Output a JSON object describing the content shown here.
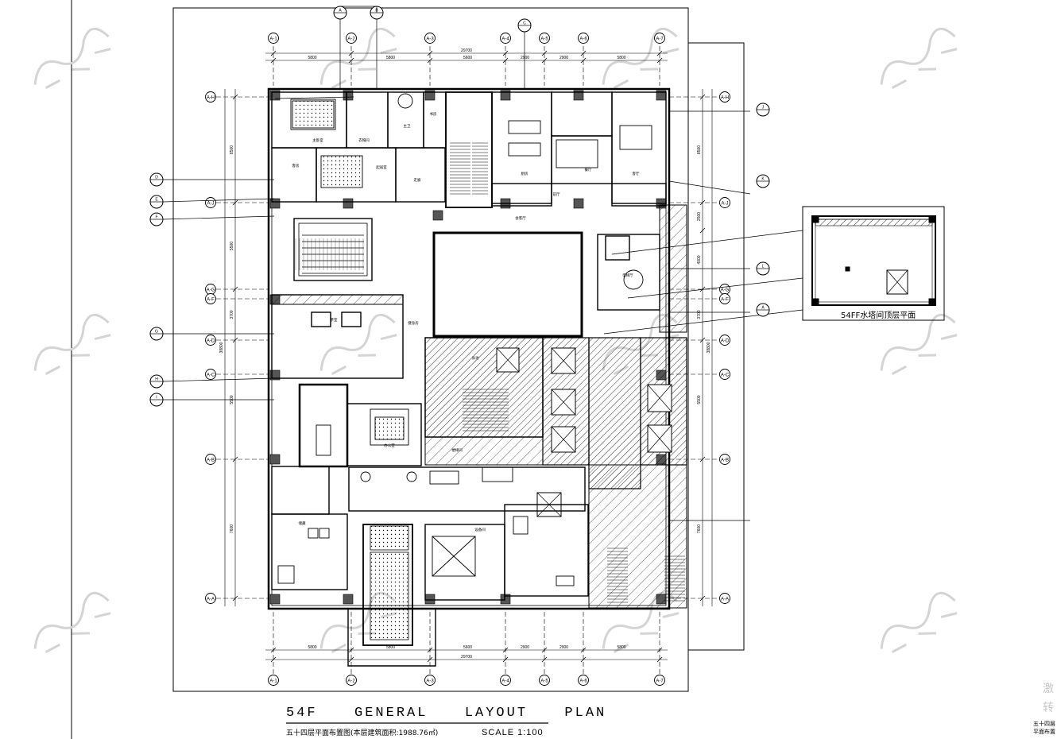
{
  "drawing": {
    "title": "54F  GENERAL  LAYOUT  PLAN",
    "subtitle": "五十四层平面布置图(本层建筑面积:1988.76㎡)",
    "scale": "SCALE    1:100",
    "inset_label": "54FF水塔间顶层平面",
    "edge_chars": [
      "激",
      "转"
    ],
    "corner_note": "五十四层平面布置"
  },
  "grid": {
    "columns": [
      "A-1",
      "A-2",
      "A-3",
      "A-4",
      "A-5",
      "A-6",
      "A-7"
    ],
    "rows": [
      "A-H",
      "A-J",
      "A-G",
      "A-F",
      "A-D",
      "A-C",
      "A-B",
      "A-A"
    ],
    "top_segment_dims": [
      "5800",
      "5800",
      "5600",
      "2900",
      "2900",
      "5800"
    ],
    "top_total_dim": "29700",
    "bottom_segment_dims": [
      "5800",
      "5800",
      "5600",
      "2900",
      "2900",
      "5800"
    ],
    "bottom_total_dim": "29700",
    "left_dims": [
      "8500",
      "5500",
      "3700",
      "5500",
      "7600"
    ],
    "left_total_dim": "38800",
    "right_dims": [
      "8500",
      "2500",
      "4000",
      "3700",
      "5500",
      "7600"
    ],
    "right_total_dim": "38800"
  },
  "section_markers": [
    "A",
    "B",
    "C",
    "D",
    "E",
    "F",
    "G",
    "H",
    "I",
    "J",
    "K",
    "L"
  ],
  "room_labels": [
    "主卧室",
    "衣帽间",
    "主卫",
    "书房",
    "客房",
    "起居室",
    "走廊",
    "厨房",
    "餐厅",
    "客厅",
    "会客厅",
    "前厅",
    "电梯厅",
    "茶室",
    "健身房",
    "泳池",
    "办公室",
    "储藏",
    "设备间",
    "楼梯间"
  ],
  "colors": {
    "line": "#000000",
    "hatch": "#000000",
    "watermark": "#d4d4d4"
  }
}
